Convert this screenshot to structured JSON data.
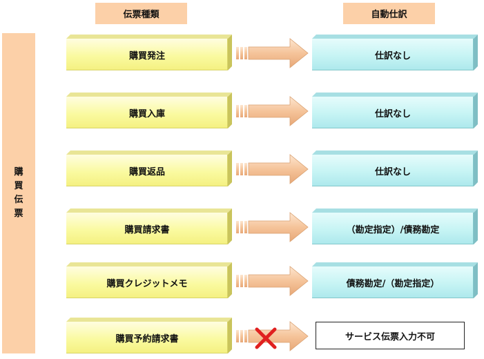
{
  "headers": {
    "voucher_type": "伝票種類",
    "auto_journal": "自動仕訳"
  },
  "side_label": [
    "購",
    "買",
    "伝",
    "票"
  ],
  "rows": [
    {
      "source": "購買発注",
      "target": "仕訳なし",
      "target_style": "box",
      "blocked": false
    },
    {
      "source": "購買入庫",
      "target": "仕訳なし",
      "target_style": "box",
      "blocked": false
    },
    {
      "source": "購買返品",
      "target": "仕訳なし",
      "target_style": "box",
      "blocked": false
    },
    {
      "source": "購買請求書",
      "target": "（勘定指定）/債務勘定",
      "target_style": "box",
      "blocked": false
    },
    {
      "source": "購買クレジットメモ",
      "target": "債務勘定/（勘定指定）",
      "target_style": "box",
      "blocked": false
    },
    {
      "source": "購買予約請求書",
      "target": "サービス伝票入力不可",
      "target_style": "plain",
      "blocked": true
    }
  ],
  "colors": {
    "header_bg": "#fcd0a8",
    "source_box": "#fafaa0",
    "target_box": "#c6f4f4",
    "arrow": "#f5c49a",
    "cross": "#e02020"
  }
}
